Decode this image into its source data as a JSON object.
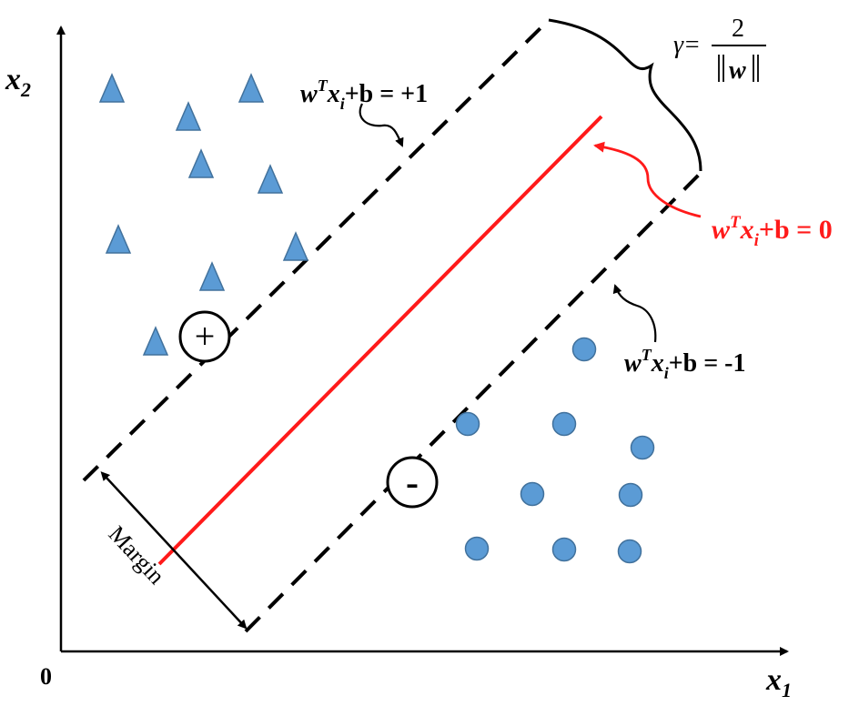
{
  "axes": {
    "x_label": "x",
    "x_sub": "1",
    "y_label": "x",
    "y_sub": "2",
    "origin": "0"
  },
  "equations": {
    "upper": {
      "w": "w",
      "sup": "T",
      "x": "x",
      "sub": "i",
      "rest": "+b = +1"
    },
    "hyperplane": {
      "w": "w",
      "sup": "T",
      "x": "x",
      "sub": "i",
      "rest": "+b = 0"
    },
    "lower": {
      "w": "w",
      "sup": "T",
      "x": "x",
      "sub": "i",
      "rest": "+b = -1"
    }
  },
  "gamma": {
    "symbol": "γ=",
    "numerator": "2",
    "denominator": "w"
  },
  "margin_label": "Margin",
  "class_symbols": {
    "positive": "+",
    "negative": "-"
  },
  "colors": {
    "hyperplane": "#ff1a1a",
    "points": "#5b9bd5",
    "point_stroke": "#41719c",
    "ink": "#000000"
  },
  "shapes": {
    "positive_class": "triangle",
    "negative_class": "circle"
  }
}
